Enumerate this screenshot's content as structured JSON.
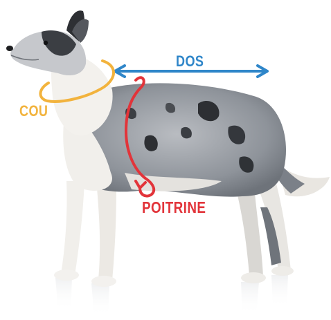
{
  "labels": {
    "dos": "DOS",
    "cou": "COU",
    "poitrine": "POITRINE"
  },
  "colors": {
    "dos": "#2f86c9",
    "cou": "#f2b33d",
    "poitrine": "#e2343a",
    "background": "#ffffff"
  },
  "subject": {
    "icon": "dog-photo-icon"
  }
}
